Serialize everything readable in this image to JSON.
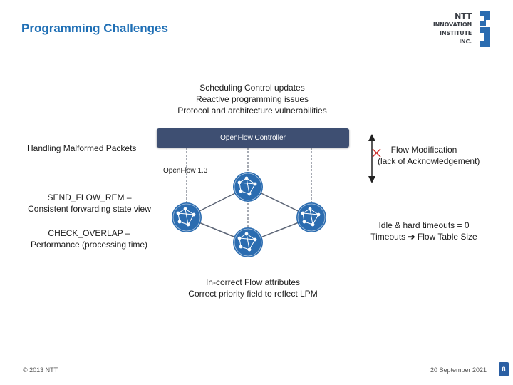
{
  "slide": {
    "title": "Programming Challenges",
    "logo": {
      "line1": "NTT",
      "line2": "INNOVATION",
      "line3": "INSTITUTE",
      "line4": "INC."
    },
    "top_issues": [
      "Scheduling Control updates",
      "Reactive programming issues",
      "Protocol and architecture vulnerabilities"
    ],
    "left_handling": "Handling Malformed Packets",
    "controller_label": "OpenFlow Controller",
    "protocol_label": "OpenFlow 1.3",
    "flow_mod": [
      "Flow Modification",
      "(lack of Acknowledgement)"
    ],
    "send_flow_rem": [
      "SEND_FLOW_REM –",
      "Consistent forwarding state view"
    ],
    "check_overlap": [
      "CHECK_OVERLAP –",
      "Performance (processing time)"
    ],
    "timeouts": {
      "line1": "Idle & hard timeouts = 0",
      "line2_a": "Timeouts",
      "line2_b": "Flow Table Size"
    },
    "bottom_issues": [
      "In-correct Flow attributes",
      "Correct priority field to reflect LPM"
    ],
    "footer_left": "© 2013 NTT",
    "footer_date": "20 September 2021",
    "page_number": "8",
    "colors": {
      "title": "#1f6fb5",
      "controller": "#3e4f72",
      "node": "#2b6cb0",
      "cross": "#d0312d"
    }
  }
}
